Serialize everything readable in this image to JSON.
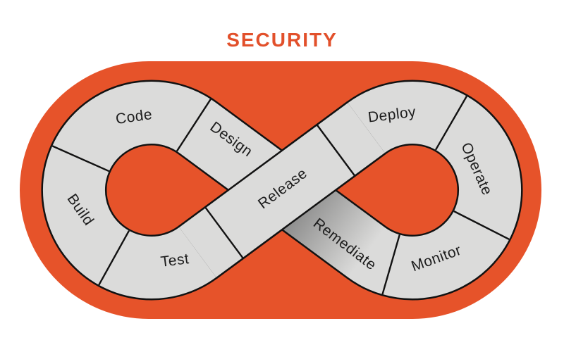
{
  "title": "SECURITY",
  "colors": {
    "page_background": "#ffffff",
    "orange_background": "#E6532A",
    "title_orange": "#E2502B",
    "band_gray": "#DBDBDA",
    "outline_black": "#121212",
    "label_text": "#1d1d1d"
  },
  "diagram": {
    "kind": "devsecops-infinity-loop",
    "segments": [
      {
        "label": "Code"
      },
      {
        "label": "Design"
      },
      {
        "label": "Build"
      },
      {
        "label": "Test"
      },
      {
        "label": "Release"
      },
      {
        "label": "Deploy"
      },
      {
        "label": "Operate"
      },
      {
        "label": "Monitor"
      },
      {
        "label": "Remediate"
      }
    ]
  }
}
